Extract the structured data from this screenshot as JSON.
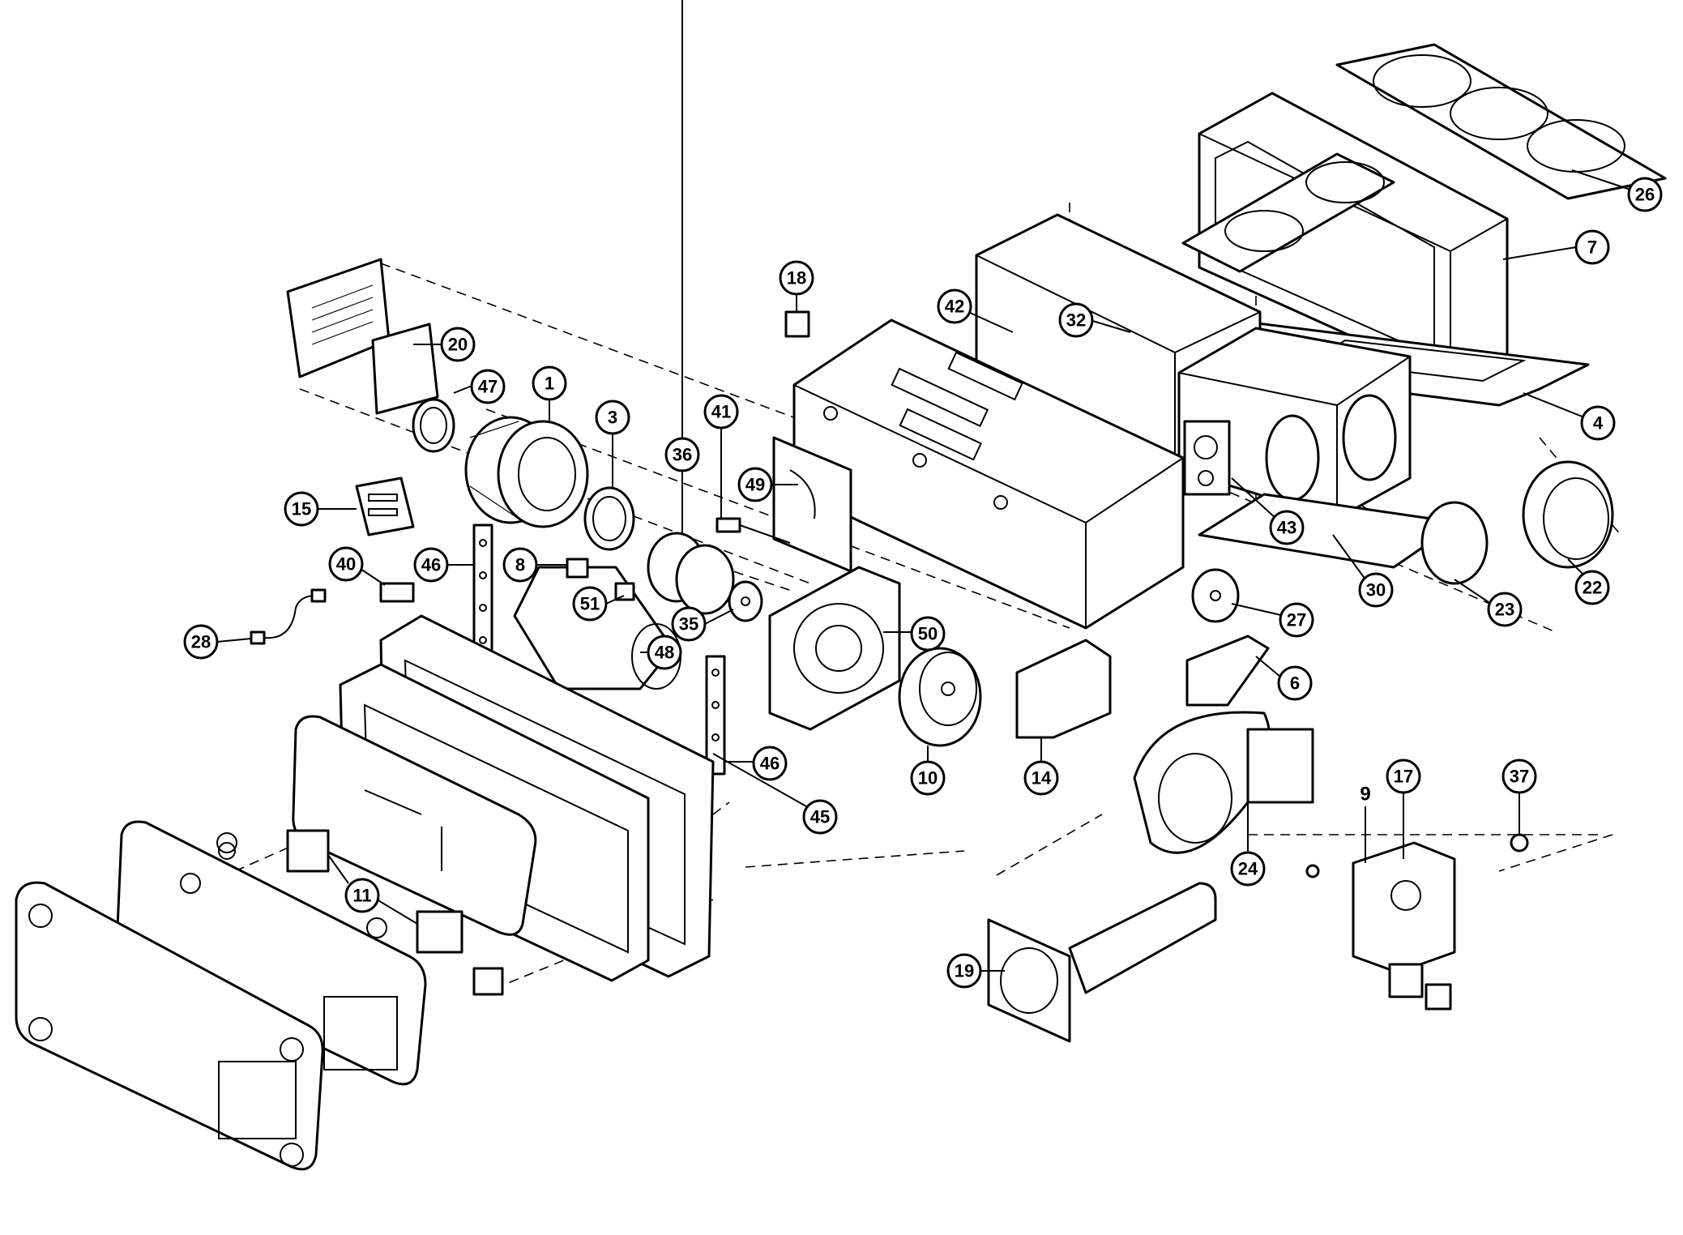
{
  "diagram": {
    "callouts": {
      "c1": "1",
      "c3": "3",
      "c4": "4",
      "c6": "6",
      "c7": "7",
      "c8": "8",
      "c9": "9",
      "c10": "10",
      "c11": "11",
      "c14": "14",
      "c15": "15",
      "c17": "17",
      "c18": "18",
      "c19": "19",
      "c20": "20",
      "c22": "22",
      "c23": "23",
      "c24": "24",
      "c26": "26",
      "c27": "27",
      "c28": "28",
      "c30": "30",
      "c32": "32",
      "c35": "35",
      "c36": "36",
      "c37": "37",
      "c40": "40",
      "c41": "41",
      "c42": "42",
      "c43": "43",
      "c45": "45",
      "c46a": "46",
      "c46b": "46",
      "c47": "47",
      "c48": "48",
      "c49": "49",
      "c50": "50",
      "c51": "51"
    }
  }
}
